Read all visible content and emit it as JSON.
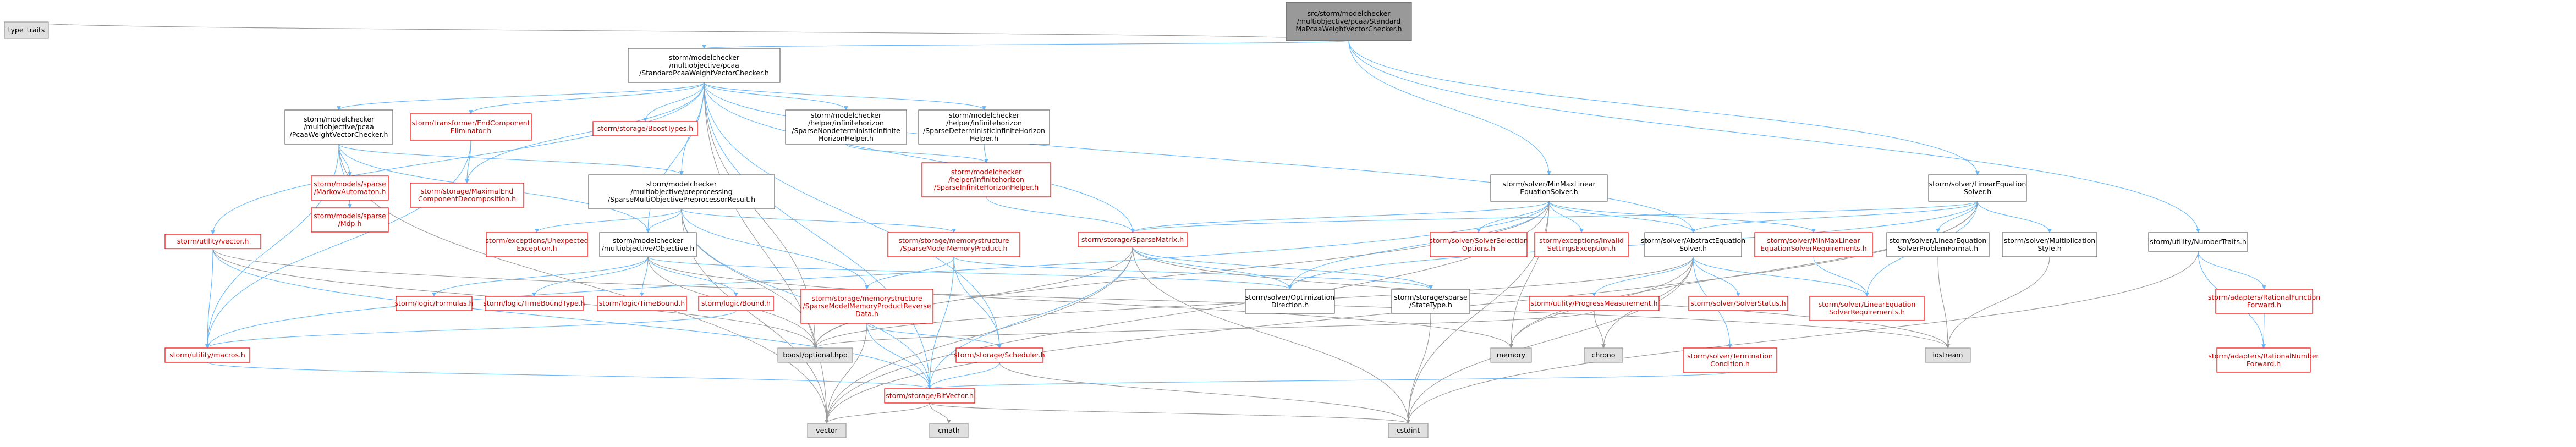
{
  "graph": {
    "title": "",
    "colors": {
      "root_fill": "#999999",
      "node_fill": "#ffffff",
      "system_fill": "#e0e0e0",
      "node_border": "#666666",
      "linked_border": "#ff0000",
      "internal_text": "#000000",
      "linked_text": "#cc0000",
      "edge_blue": "#63b8ff",
      "edge_grey": "#999999"
    },
    "nodes": [
      {
        "id": "root",
        "lines": [
          "src/storm/modelchecker",
          "/multiobjective/pcaa/Standard",
          "MaPcaaWeightVectorChecker.h"
        ],
        "kind": "root"
      },
      {
        "id": "type_traits",
        "lines": [
          "type_traits"
        ],
        "kind": "system"
      },
      {
        "id": "std_h",
        "lines": [
          "storm/modelchecker",
          "/multiobjective/pcaa",
          "/StandardPcaaWeightVectorChecker.h"
        ],
        "kind": "internal"
      },
      {
        "id": "minmax",
        "lines": [
          "storm/solver/MinMaxLinear",
          "EquationSolver.h"
        ],
        "kind": "internal"
      },
      {
        "id": "linear",
        "lines": [
          "storm/solver/LinearEquation",
          "Solver.h"
        ],
        "kind": "internal"
      },
      {
        "id": "numtraits",
        "lines": [
          "storm/utility/NumberTraits.h"
        ],
        "kind": "internal"
      },
      {
        "id": "pcaaWVC",
        "lines": [
          "storm/modelchecker",
          "/multiobjective/pcaa",
          "/PcaaWeightVectorChecker.h"
        ],
        "kind": "internal"
      },
      {
        "id": "endcomp",
        "lines": [
          "storm/transformer/EndComponent",
          "Eliminator.h"
        ],
        "kind": "linked"
      },
      {
        "id": "boosttypes",
        "lines": [
          "storm/storage/BoostTypes.h"
        ],
        "kind": "linked"
      },
      {
        "id": "nondet",
        "lines": [
          "storm/modelchecker",
          "/helper/infinitehorizon",
          "/SparseNondeterministicInfinite",
          "HorizonHelper.h"
        ],
        "kind": "internal"
      },
      {
        "id": "det",
        "lines": [
          "storm/modelchecker",
          "/helper/infinitehorizon",
          "/SparseDeterministicInfiniteHorizon",
          "Helper.h"
        ],
        "kind": "internal"
      },
      {
        "id": "infhelper",
        "lines": [
          "storm/modelchecker",
          "/helper/infinitehorizon",
          "/SparseInfiniteHorizonHelper.h"
        ],
        "kind": "linked"
      },
      {
        "id": "markov",
        "lines": [
          "storm/models/sparse",
          "/MarkovAutomaton.h"
        ],
        "kind": "linked"
      },
      {
        "id": "mdp",
        "lines": [
          "storm/models/sparse",
          "/Mdp.h"
        ],
        "kind": "linked"
      },
      {
        "id": "preproc",
        "lines": [
          "storm/modelchecker",
          "/multiobjective/preprocessing",
          "/SparseMultiObjectivePreprocessorResult.h"
        ],
        "kind": "internal"
      },
      {
        "id": "maxend",
        "lines": [
          "storm/storage/MaximalEnd",
          "ComponentDecomposition.h"
        ],
        "kind": "linked"
      },
      {
        "id": "vector_h",
        "lines": [
          "storm/utility/vector.h"
        ],
        "kind": "linked"
      },
      {
        "id": "unexpected",
        "lines": [
          "storm/exceptions/Unexpected",
          "Exception.h"
        ],
        "kind": "linked"
      },
      {
        "id": "objective",
        "lines": [
          "storm/modelchecker",
          "/multiobjective/Objective.h"
        ],
        "kind": "internal"
      },
      {
        "id": "memprod",
        "lines": [
          "storm/storage/memorystructure",
          "/SparseModelMemoryProduct.h"
        ],
        "kind": "linked"
      },
      {
        "id": "sparsematrix",
        "lines": [
          "storm/storage/SparseMatrix.h"
        ],
        "kind": "linked"
      },
      {
        "id": "selection",
        "lines": [
          "storm/solver/SolverSelection",
          "Options.h"
        ],
        "kind": "linked"
      },
      {
        "id": "invalidsettings",
        "lines": [
          "storm/exceptions/Invalid",
          "SettingsException.h"
        ],
        "kind": "linked"
      },
      {
        "id": "absEq",
        "lines": [
          "storm/solver/AbstractEquation",
          "Solver.h"
        ],
        "kind": "internal"
      },
      {
        "id": "minmaxreq",
        "lines": [
          "storm/solver/MinMaxLinear",
          "EquationSolverRequirements.h"
        ],
        "kind": "linked"
      },
      {
        "id": "probformat",
        "lines": [
          "storm/solver/LinearEquation",
          "SolverProblemFormat.h"
        ],
        "kind": "internal"
      },
      {
        "id": "multstyle",
        "lines": [
          "storm/solver/Multiplication",
          "Style.h"
        ],
        "kind": "internal"
      },
      {
        "id": "ratfunc",
        "lines": [
          "storm/adapters/RationalFunction",
          "Forward.h"
        ],
        "kind": "linked"
      },
      {
        "id": "formulas",
        "lines": [
          "storm/logic/Formulas.h"
        ],
        "kind": "linked"
      },
      {
        "id": "timeboundtype",
        "lines": [
          "storm/logic/TimeBoundType.h"
        ],
        "kind": "linked"
      },
      {
        "id": "timebound",
        "lines": [
          "storm/logic/TimeBound.h"
        ],
        "kind": "linked"
      },
      {
        "id": "bound",
        "lines": [
          "storm/logic/Bound.h"
        ],
        "kind": "linked"
      },
      {
        "id": "reversedata",
        "lines": [
          "storm/storage/memorystructure",
          "/SparseModelMemoryProductReverse",
          "Data.h"
        ],
        "kind": "linked"
      },
      {
        "id": "optdir",
        "lines": [
          "storm/solver/Optimization",
          "Direction.h"
        ],
        "kind": "internal"
      },
      {
        "id": "statetype",
        "lines": [
          "storm/storage/sparse",
          "/StateType.h"
        ],
        "kind": "internal"
      },
      {
        "id": "memory",
        "lines": [
          "memory"
        ],
        "kind": "system"
      },
      {
        "id": "progress",
        "lines": [
          "storm/utility/ProgressMeasurement.h"
        ],
        "kind": "linked"
      },
      {
        "id": "solverstatus",
        "lines": [
          "storm/solver/SolverStatus.h"
        ],
        "kind": "linked"
      },
      {
        "id": "lineqreq",
        "lines": [
          "storm/solver/LinearEquation",
          "SolverRequirements.h"
        ],
        "kind": "linked"
      },
      {
        "id": "ratnum",
        "lines": [
          "storm/adapters/RationalNumber",
          "Forward.h"
        ],
        "kind": "linked"
      },
      {
        "id": "macros",
        "lines": [
          "storm/utility/macros.h"
        ],
        "kind": "linked"
      },
      {
        "id": "optional",
        "lines": [
          "boost/optional.hpp"
        ],
        "kind": "system"
      },
      {
        "id": "scheduler",
        "lines": [
          "storm/storage/Scheduler.h"
        ],
        "kind": "linked"
      },
      {
        "id": "chrono",
        "lines": [
          "chrono"
        ],
        "kind": "system"
      },
      {
        "id": "termination",
        "lines": [
          "storm/solver/Termination",
          "Condition.h"
        ],
        "kind": "linked"
      },
      {
        "id": "iostream",
        "lines": [
          "iostream"
        ],
        "kind": "system"
      },
      {
        "id": "bitvector",
        "lines": [
          "storm/storage/BitVector.h"
        ],
        "kind": "linked"
      },
      {
        "id": "vector",
        "lines": [
          "vector"
        ],
        "kind": "system"
      },
      {
        "id": "cmath",
        "lines": [
          "cmath"
        ],
        "kind": "system"
      },
      {
        "id": "cstdint",
        "lines": [
          "cstdint"
        ],
        "kind": "system"
      }
    ],
    "edges": [
      [
        "root",
        "type_traits"
      ],
      [
        "root",
        "std_h"
      ],
      [
        "root",
        "minmax"
      ],
      [
        "root",
        "linear"
      ],
      [
        "root",
        "numtraits"
      ],
      [
        "std_h",
        "pcaaWVC"
      ],
      [
        "std_h",
        "endcomp"
      ],
      [
        "std_h",
        "boosttypes"
      ],
      [
        "std_h",
        "nondet"
      ],
      [
        "std_h",
        "det"
      ],
      [
        "std_h",
        "preproc"
      ],
      [
        "std_h",
        "maxend"
      ],
      [
        "std_h",
        "vector_h"
      ],
      [
        "std_h",
        "objective"
      ],
      [
        "std_h",
        "sparsematrix"
      ],
      [
        "std_h",
        "absEq"
      ],
      [
        "std_h",
        "scheduler"
      ],
      [
        "std_h",
        "bitvector"
      ],
      [
        "std_h",
        "vector"
      ],
      [
        "std_h",
        "optional"
      ],
      [
        "pcaaWVC",
        "markov"
      ],
      [
        "pcaaWVC",
        "mdp"
      ],
      [
        "pcaaWVC",
        "preproc"
      ],
      [
        "pcaaWVC",
        "objective"
      ],
      [
        "pcaaWVC",
        "vector"
      ],
      [
        "pcaaWVC",
        "macros"
      ],
      [
        "endcomp",
        "maxend"
      ],
      [
        "endcomp",
        "macros"
      ],
      [
        "nondet",
        "infhelper"
      ],
      [
        "det",
        "infhelper"
      ],
      [
        "infhelper",
        "sparsematrix"
      ],
      [
        "preproc",
        "unexpected"
      ],
      [
        "preproc",
        "objective"
      ],
      [
        "preproc",
        "memprod"
      ],
      [
        "preproc",
        "reversedata"
      ],
      [
        "preproc",
        "bitvector"
      ],
      [
        "preproc",
        "optional"
      ],
      [
        "preproc",
        "vector"
      ],
      [
        "objective",
        "formulas"
      ],
      [
        "objective",
        "timeboundtype"
      ],
      [
        "objective",
        "timebound"
      ],
      [
        "objective",
        "bound"
      ],
      [
        "objective",
        "optdir"
      ],
      [
        "objective",
        "optional"
      ],
      [
        "objective",
        "memory"
      ],
      [
        "vector_h",
        "macros"
      ],
      [
        "vector_h",
        "bitvector"
      ],
      [
        "vector_h",
        "optional"
      ],
      [
        "vector_h",
        "iostream"
      ],
      [
        "memprod",
        "reversedata"
      ],
      [
        "memprod",
        "scheduler"
      ],
      [
        "memprod",
        "bitvector"
      ],
      [
        "memprod",
        "statetype"
      ],
      [
        "reversedata",
        "bitvector"
      ],
      [
        "reversedata",
        "vector"
      ],
      [
        "reversedata",
        "scheduler"
      ],
      [
        "sparsematrix",
        "optdir"
      ],
      [
        "sparsematrix",
        "statetype"
      ],
      [
        "sparsematrix",
        "bitvector"
      ],
      [
        "sparsematrix",
        "optional"
      ],
      [
        "sparsematrix",
        "vector"
      ],
      [
        "sparsematrix",
        "cstdint"
      ],
      [
        "sparsematrix",
        "iostream"
      ],
      [
        "minmax",
        "selection"
      ],
      [
        "minmax",
        "invalidsettings"
      ],
      [
        "minmax",
        "absEq"
      ],
      [
        "minmax",
        "minmaxreq"
      ],
      [
        "minmax",
        "sparsematrix"
      ],
      [
        "minmax",
        "optdir"
      ],
      [
        "minmax",
        "memory"
      ],
      [
        "minmax",
        "optional"
      ],
      [
        "minmax",
        "vector"
      ],
      [
        "minmax",
        "macros"
      ],
      [
        "minmax",
        "cstdint"
      ],
      [
        "linear",
        "absEq"
      ],
      [
        "linear",
        "probformat"
      ],
      [
        "linear",
        "multstyle"
      ],
      [
        "linear",
        "lineqreq"
      ],
      [
        "linear",
        "sparsematrix"
      ],
      [
        "linear",
        "memory"
      ],
      [
        "linear",
        "vector"
      ],
      [
        "linear",
        "optdir"
      ],
      [
        "absEq",
        "progress"
      ],
      [
        "absEq",
        "solverstatus"
      ],
      [
        "absEq",
        "termination"
      ],
      [
        "absEq",
        "memory"
      ],
      [
        "absEq",
        "optional"
      ],
      [
        "absEq",
        "chrono"
      ],
      [
        "absEq",
        "cstdint"
      ],
      [
        "absEq",
        "lineqreq"
      ],
      [
        "minmaxreq",
        "lineqreq"
      ],
      [
        "probformat",
        "iostream"
      ],
      [
        "multstyle",
        "iostream"
      ],
      [
        "numtraits",
        "ratfunc"
      ],
      [
        "numtraits",
        "ratnum"
      ],
      [
        "numtraits",
        "cstdint"
      ],
      [
        "ratfunc",
        "ratnum"
      ],
      [
        "progress",
        "chrono"
      ],
      [
        "progress",
        "optional"
      ],
      [
        "bound",
        "macros"
      ],
      [
        "scheduler",
        "cstdint"
      ],
      [
        "scheduler",
        "bitvector"
      ],
      [
        "termination",
        "bitvector"
      ],
      [
        "bitvector",
        "vector"
      ],
      [
        "bitvector",
        "cmath"
      ],
      [
        "bitvector",
        "cstdint"
      ],
      [
        "statetype",
        "cstdint"
      ],
      [
        "macros",
        "bitvector"
      ]
    ]
  }
}
